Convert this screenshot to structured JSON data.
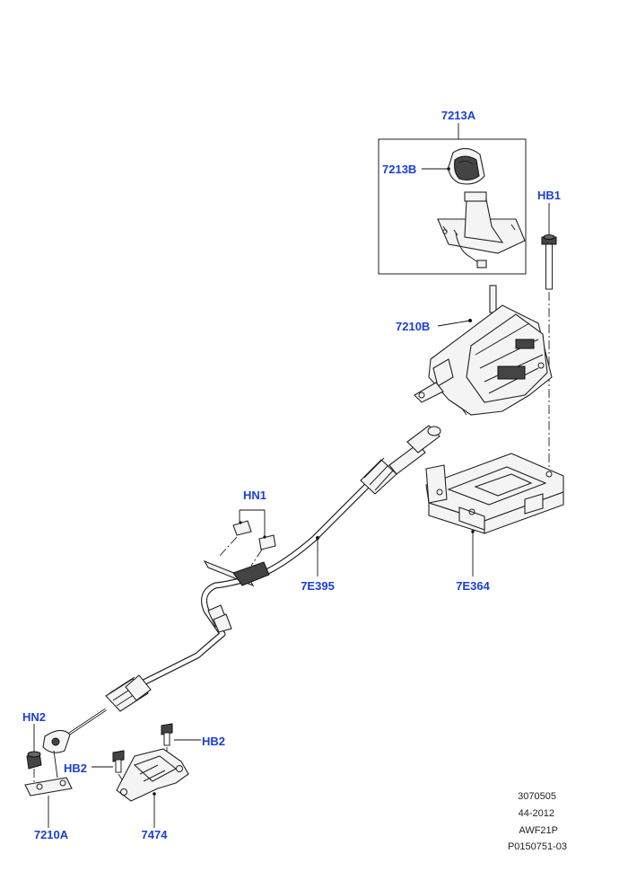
{
  "labels": {
    "knob_assembly": "7213A",
    "knob": "7213B",
    "bolt_hb1": "HB1",
    "selector": "7210B",
    "clips": "HN1",
    "cable": "7E395",
    "bracket": "7E364",
    "nut": "HN2",
    "bolt_hb2_right": "HB2",
    "bolt_hb2_left": "HB2",
    "lever": "7210A",
    "mount": "7474"
  },
  "reference": {
    "line1": "3070505",
    "line2": "44-2012",
    "line3": "AWF21P",
    "line4": "P0150751-03"
  },
  "colors": {
    "label": "#1a3fd6",
    "line": "#222222"
  }
}
